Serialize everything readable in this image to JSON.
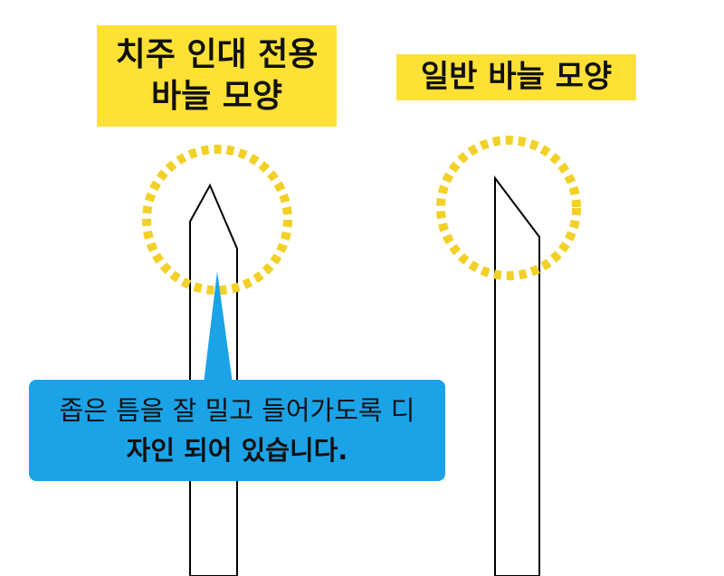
{
  "left_title": {
    "line1": "치주 인대 전용",
    "line2": "바늘 모양"
  },
  "right_title": {
    "text": "일반 바늘 모양"
  },
  "callout": {
    "line1": "좁은 틈을 잘 밀고 들어가도록 디",
    "line2": "자인 되어 있습니다."
  },
  "colors": {
    "title_bg": "#FFE135",
    "highlight_circle": "#F2D027",
    "callout_bg": "#1BA3E8",
    "needle_outline": "#000000"
  }
}
